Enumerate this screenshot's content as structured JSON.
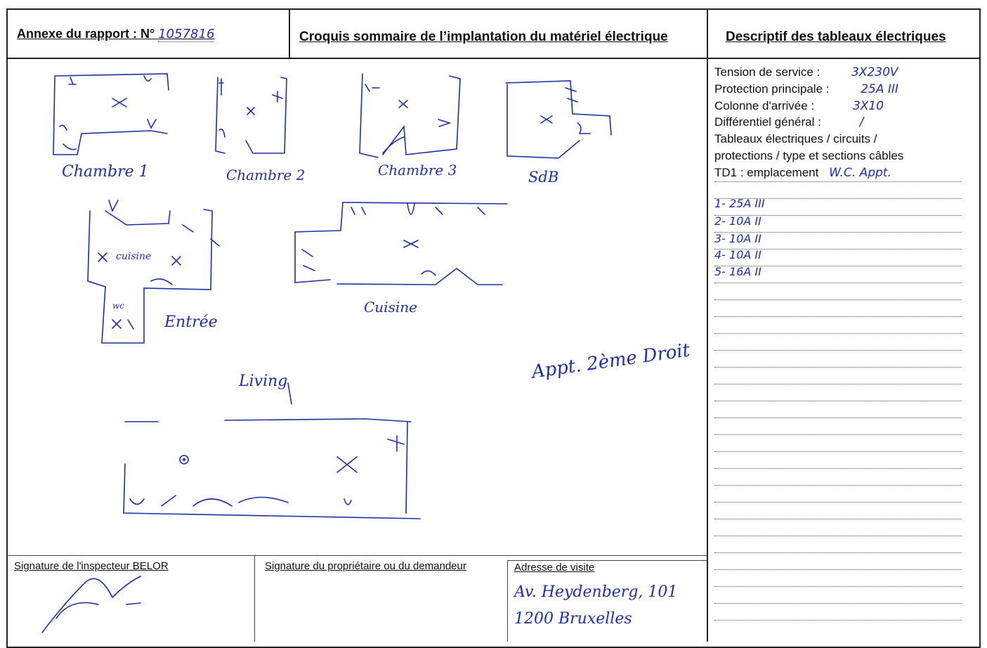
{
  "header": {
    "annexe_label": "Annexe du rapport",
    "annexe_sep": " : N°",
    "report_number": "1057816",
    "sketch_title": "Croquis sommaire de l’implantation du matériel électrique",
    "description_title": "Descriptif des tableaux électriques"
  },
  "description": {
    "tension_label": "Tension de service :",
    "tension_value": "3X230V",
    "protection_label": "Protection principale :",
    "protection_value": "25A III",
    "colonne_label": "Colonne d'arrivée :",
    "colonne_value": "3X10",
    "differentiel_label": "Différentiel général :",
    "differentiel_value": "/",
    "tableaux_line1": "Tableaux électriques / circuits /",
    "tableaux_line2": "protections / type et sections câbles",
    "td1_label": "TD1 : emplacement",
    "td1_value": "W.C. Appt.",
    "circuits": [
      "1- 25A III",
      "2- 10A II",
      "3- 10A II",
      "4- 10A II",
      "5- 16A II"
    ]
  },
  "rooms": {
    "chambre1": "Chambre 1",
    "chambre2": "Chambre 2",
    "chambre3": "Chambre 3",
    "sdb": "SdB",
    "cuisine_small": "cuisine",
    "entree": "Entrée",
    "wc": "wc",
    "cuisine": "Cuisine",
    "living": "Living",
    "appt_note": "Appt. 2ème Droit"
  },
  "footer": {
    "inspector_label": "Signature de l'inspecteur BELOR",
    "owner_label": "Signature du propriétaire ou du demandeur",
    "address_label": "Adresse de visite",
    "address_line1": "Av. Heydenberg, 101",
    "address_line2": "1200 Bruxelles"
  }
}
